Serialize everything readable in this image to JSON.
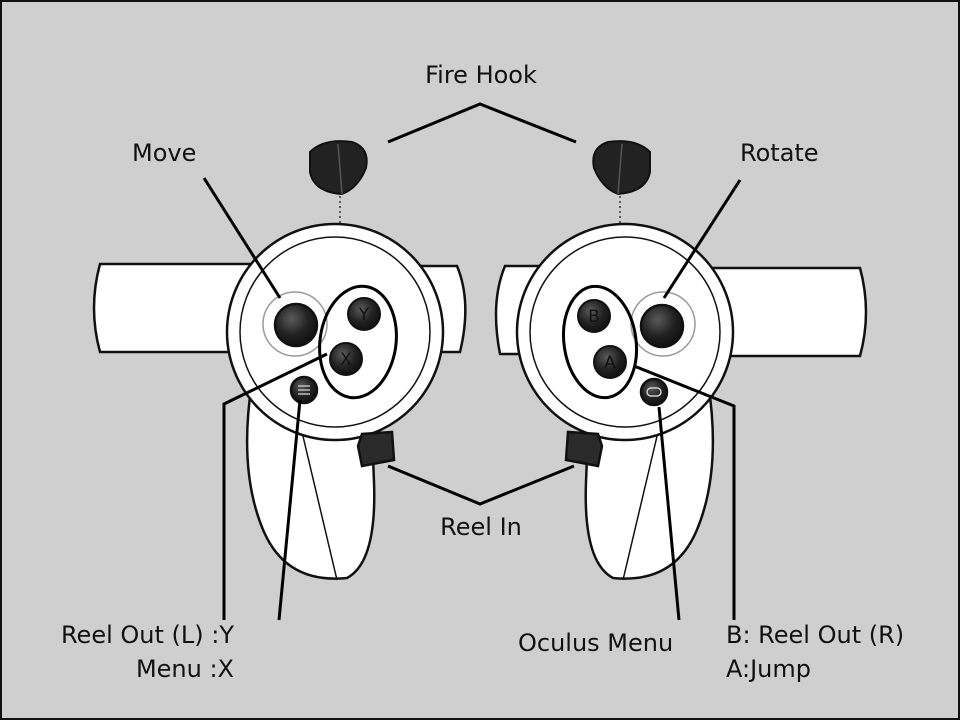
{
  "labels": {
    "fire_hook": "Fire Hook",
    "move": "Move",
    "rotate": "Rotate",
    "reel_in": "Reel In",
    "reel_out_left": "Reel Out (L) :Y",
    "menu_x": "Menu  :X",
    "oculus_menu": "Oculus Menu",
    "reel_out_right": "B: Reel Out (R)",
    "jump": "A:Jump"
  },
  "buttons": {
    "y": "Y",
    "x": "X",
    "b": "B",
    "a": "A"
  },
  "colors": {
    "background": "#cfcfcf",
    "controller_body": "#ffffff",
    "button_dark": "#1e1e1e",
    "outline": "#111111"
  }
}
